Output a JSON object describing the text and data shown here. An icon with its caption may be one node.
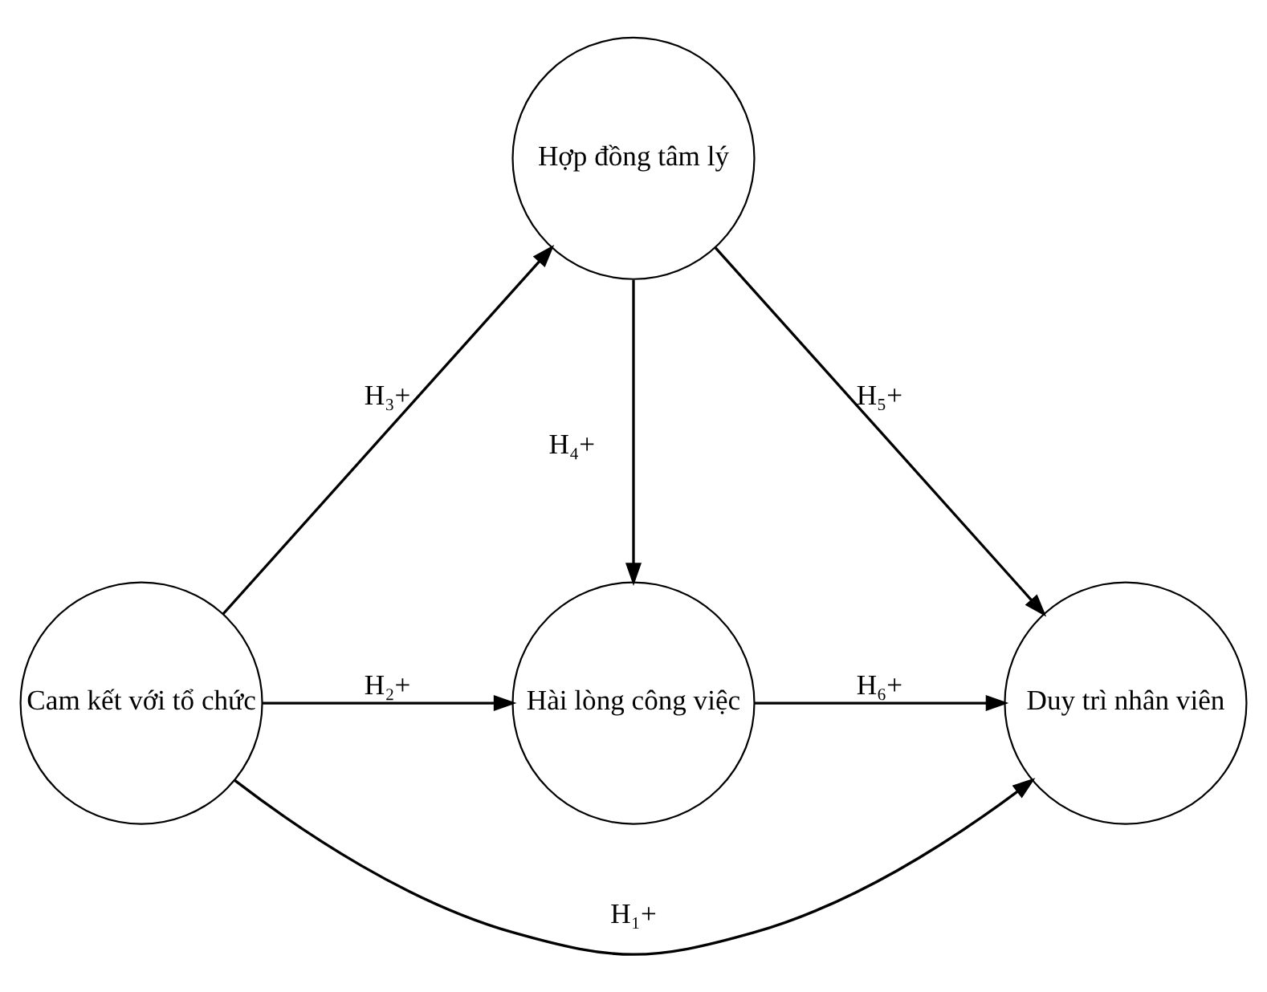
{
  "diagram": {
    "nodes": [
      {
        "text": [
          "Cam kết với tổ chức"
        ]
      },
      {
        "text": [
          "Hài lòng công việc"
        ]
      },
      {
        "text": [
          "Hợp đồng tâm lý"
        ]
      },
      {
        "text": [
          "Duy trì nhân viên"
        ]
      }
    ],
    "edges": [
      {
        "from": 0,
        "to": 1,
        "arrow": "to",
        "label": "H₂+"
      },
      {
        "from": 0,
        "to": 3,
        "arrow": "to",
        "label": "H₁+"
      },
      {
        "from": 0,
        "to": 2,
        "arrow": "to",
        "label": "H₃+"
      },
      {
        "from": 2,
        "to": 1,
        "arrow": "to",
        "label": "H₄+"
      },
      {
        "from": 2,
        "to": 3,
        "arrow": "to",
        "label": "H₅+"
      },
      {
        "from": 1,
        "to": 3,
        "arrow": "to",
        "label": "H₆+"
      }
    ]
  }
}
